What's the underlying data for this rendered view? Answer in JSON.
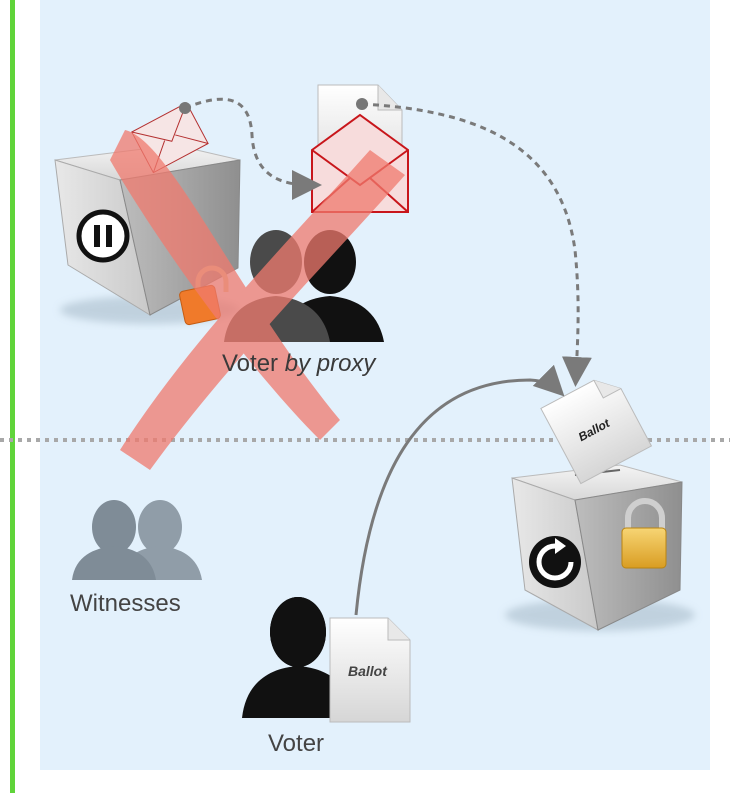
{
  "labels": {
    "voter_by_proxy_main": "Voter",
    "voter_by_proxy_italic": "by proxy",
    "witnesses": "Witnesses",
    "voter": "Voter"
  },
  "ballot_text": "Ballot",
  "colors": {
    "panel_background": "#e3f1fc",
    "left_border": "#5fd43a",
    "cross_red": "#f08070",
    "arrow_dashed": "#777777",
    "padlock_gold": "#e8b53a",
    "padlock_orange": "#f07a2a"
  },
  "icons": [
    "pause-icon",
    "refresh-icon",
    "padlock-icon",
    "envelope-icon",
    "person-icon"
  ]
}
